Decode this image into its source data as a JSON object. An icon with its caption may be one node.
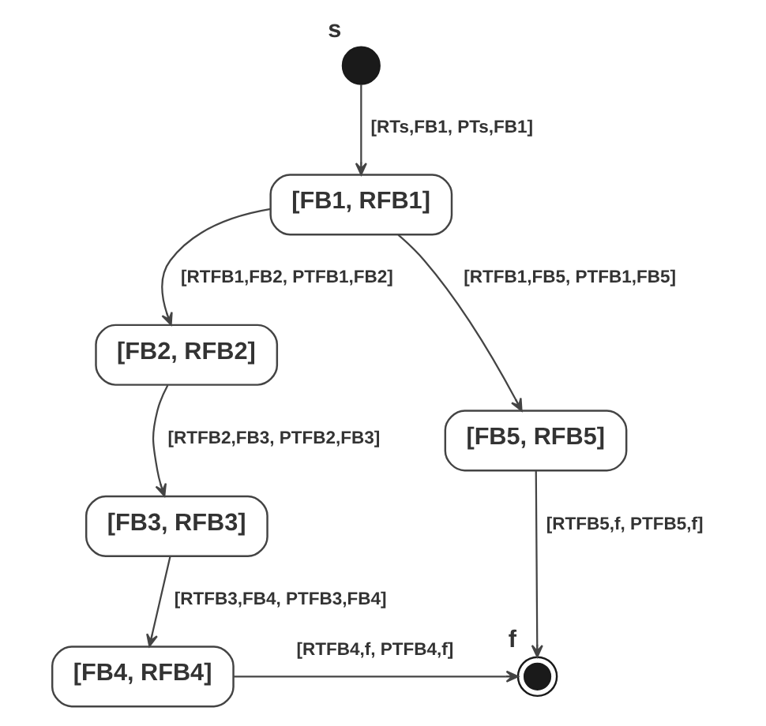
{
  "diagram": {
    "nodes": [
      {
        "text": [],
        "shape": "circle",
        "beside": [
          "s"
        ]
      },
      {
        "text": [
          "[FB1, RFB1]"
        ]
      },
      {
        "text": [
          "[FB2, RFB2]"
        ]
      },
      {
        "text": [
          "[FB3, RFB3]"
        ]
      },
      {
        "text": [
          "[FB4, RFB4]"
        ]
      },
      {
        "text": [
          "[FB5, RFB5]"
        ]
      },
      {
        "text": [],
        "shape": "bullseye",
        "beside": [
          "f"
        ]
      }
    ],
    "edges": [
      {
        "from": 0,
        "to": 1,
        "arrow": "to",
        "label": "[RTs,FB1, PTs,FB1]"
      },
      {
        "from": 1,
        "to": 2,
        "arrow": "to",
        "label": "[RTFB1,FB2, PTFB1,FB2]"
      },
      {
        "from": 1,
        "to": 5,
        "arrow": "to",
        "label": "[RTFB1,FB5, PTFB1,FB5]"
      },
      {
        "from": 2,
        "to": 3,
        "arrow": "to",
        "label": "[RTFB2,FB3, PTFB2,FB3]"
      },
      {
        "from": 3,
        "to": 4,
        "arrow": "to",
        "label": "[RTFB3,FB4, PTFB3,FB4]"
      },
      {
        "from": 4,
        "to": 6,
        "arrow": "to",
        "label": "[RTFB4,f, PTFB4,f]"
      },
      {
        "from": 5,
        "to": 6,
        "arrow": "to",
        "label": "[RTFB5,f, PTFB5,f]"
      }
    ]
  }
}
